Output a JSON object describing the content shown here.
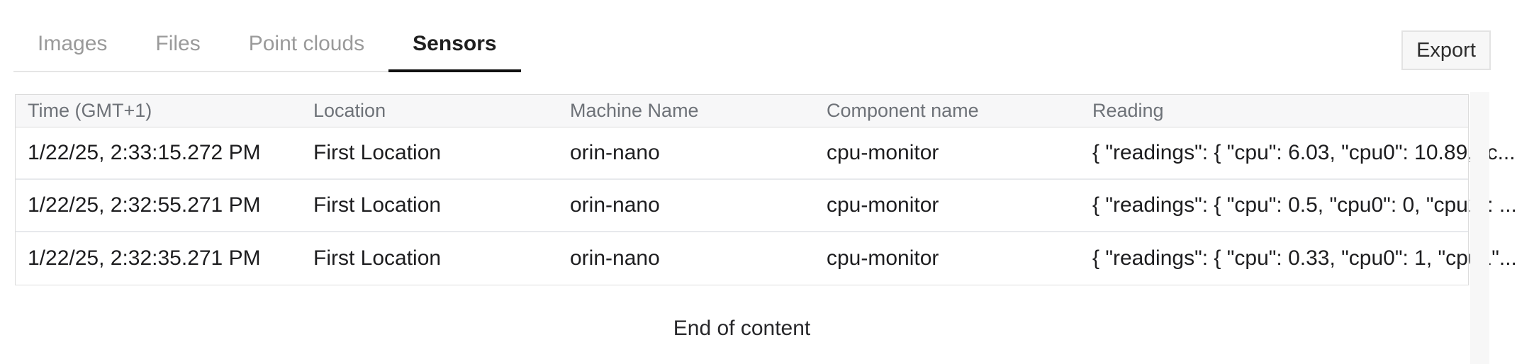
{
  "tabs": [
    {
      "label": "Images",
      "active": false
    },
    {
      "label": "Files",
      "active": false
    },
    {
      "label": "Point clouds",
      "active": false
    },
    {
      "label": "Sensors",
      "active": true
    }
  ],
  "toolbar": {
    "export_label": "Export"
  },
  "table": {
    "columns": [
      "Time (GMT+1)",
      "Location",
      "Machine Name",
      "Component name",
      "Reading"
    ],
    "rows": [
      {
        "time": "1/22/25, 2:33:15.272 PM",
        "location": "First Location",
        "machine": "orin-nano",
        "component": "cpu-monitor",
        "reading": "{ \"readings\": { \"cpu\": 6.03, \"cpu0\": 10.89, \"c..."
      },
      {
        "time": "1/22/25, 2:32:55.271 PM",
        "location": "First Location",
        "machine": "orin-nano",
        "component": "cpu-monitor",
        "reading": "{ \"readings\": { \"cpu\": 0.5, \"cpu0\": 0, \"cpu1\": ..."
      },
      {
        "time": "1/22/25, 2:32:35.271 PM",
        "location": "First Location",
        "machine": "orin-nano",
        "component": "cpu-monitor",
        "reading": "{ \"readings\": { \"cpu\": 0.33, \"cpu0\": 1, \"cpu1\"..."
      }
    ]
  },
  "footer": {
    "end_message": "End of content"
  },
  "colors": {
    "active_tab_indicator": "#111111",
    "inactive_tab_text": "#9a9a9a",
    "header_background": "#f7f7f8",
    "header_text": "#6e7278",
    "table_border": "#dcdcdc",
    "row_divider": "#e7e9ec"
  }
}
